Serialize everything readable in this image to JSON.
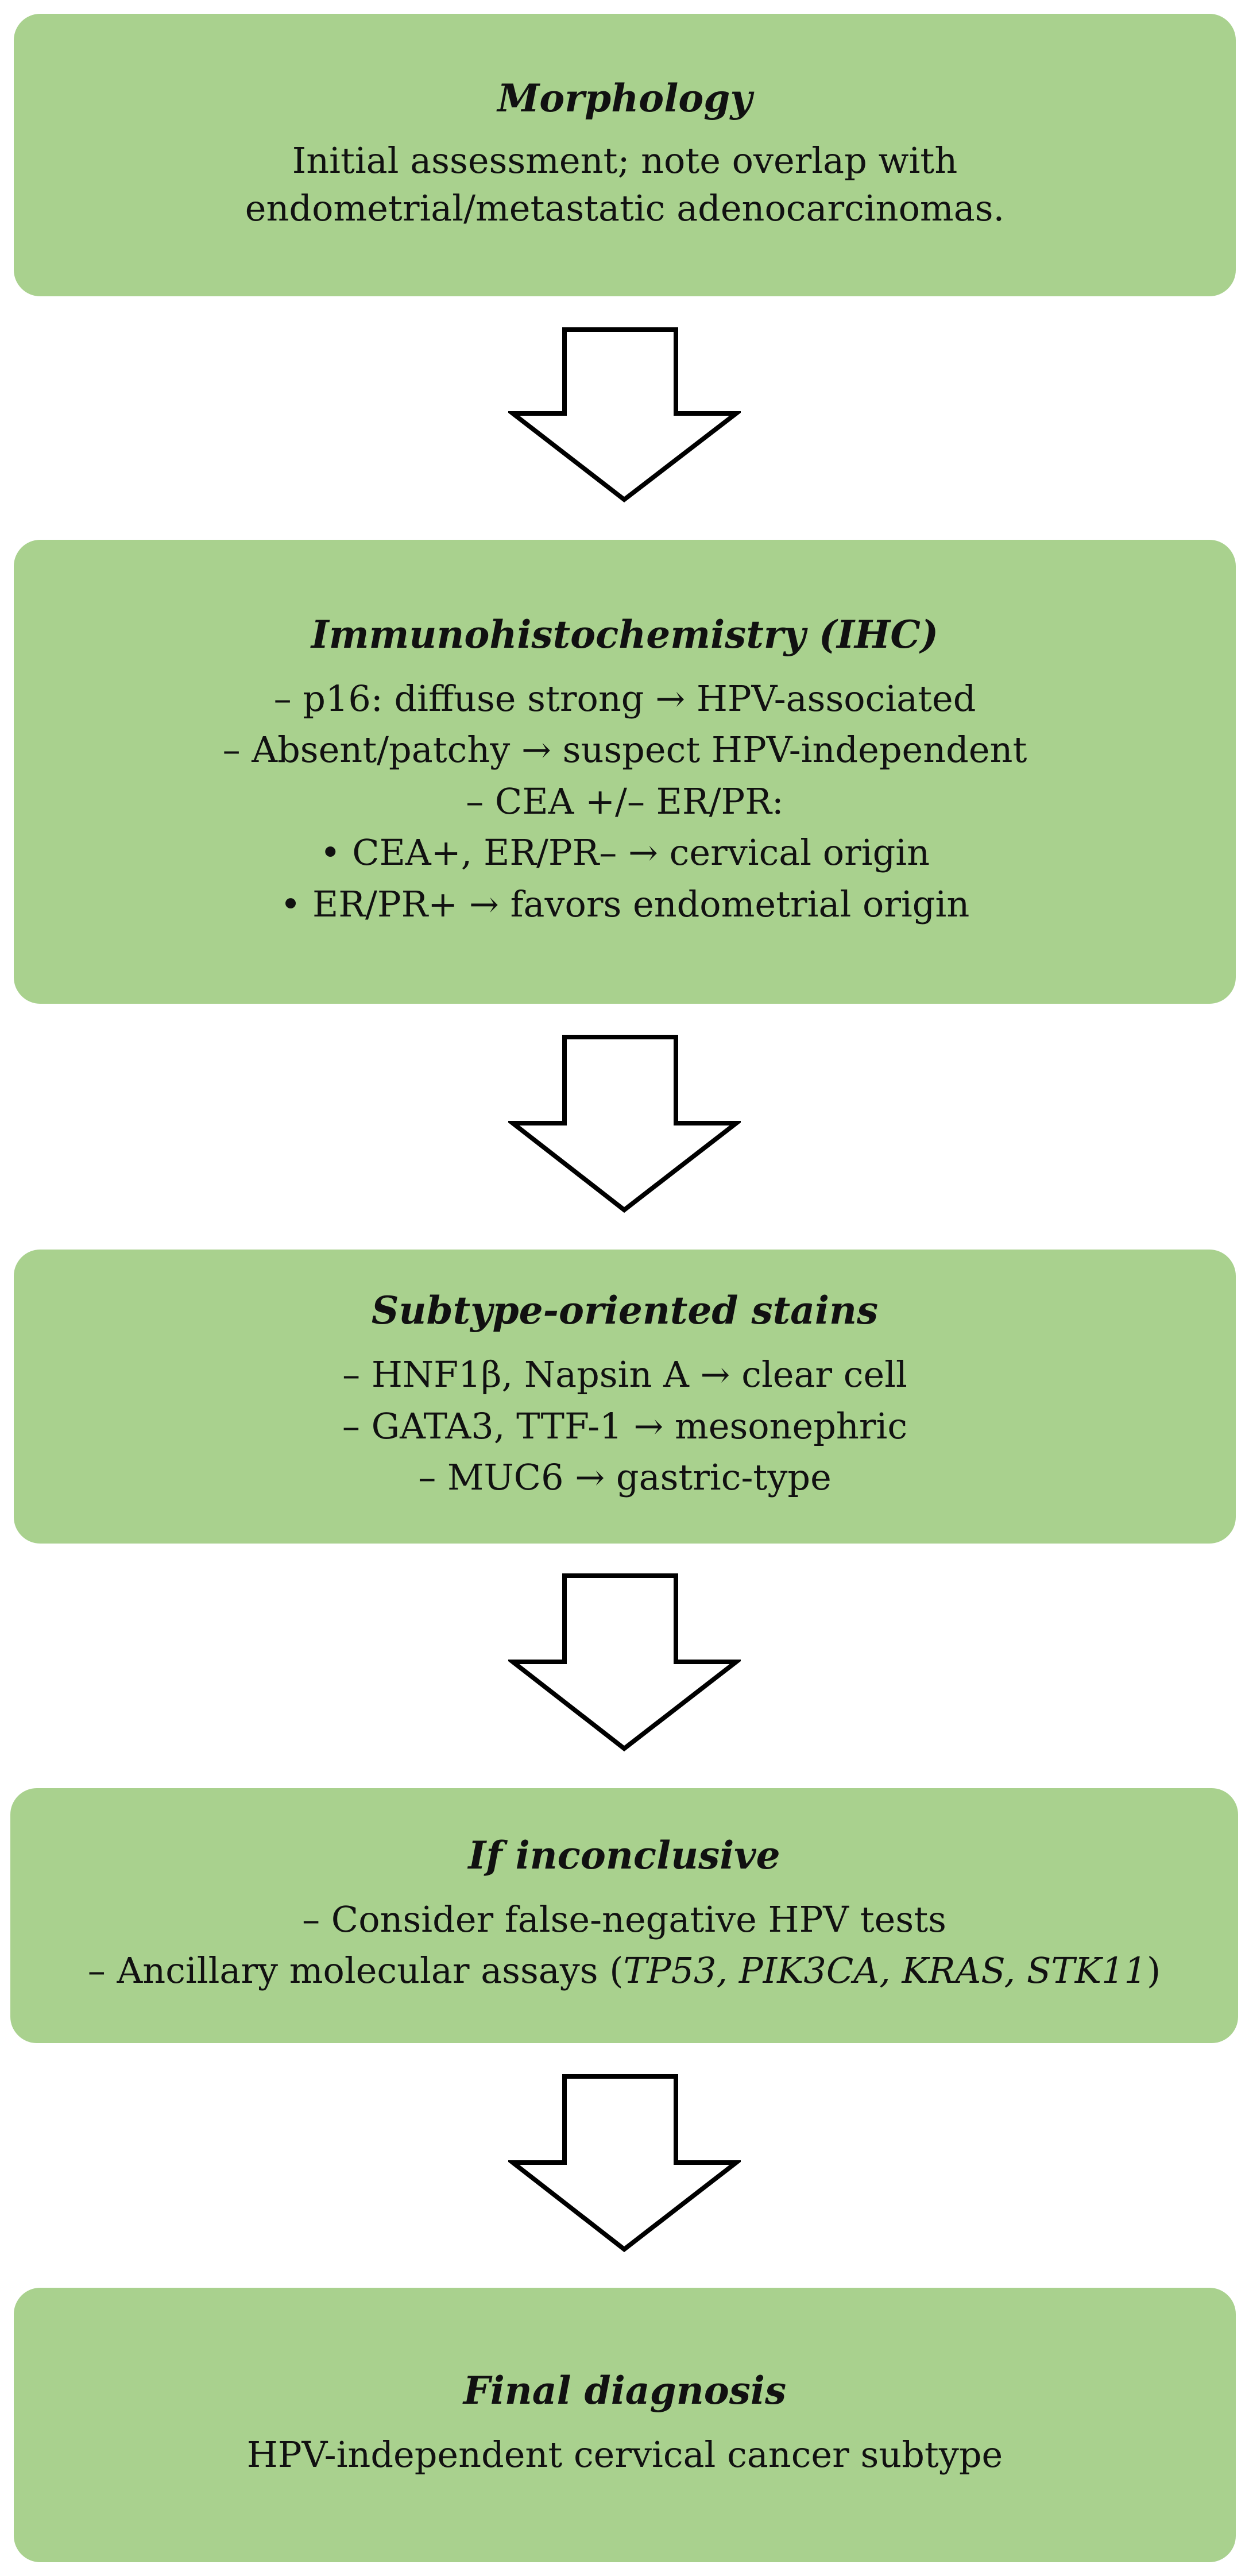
{
  "steps": [
    {
      "title": "Morphology",
      "text": "Initial assessment; note overlap with endometrial/metastatic adenocarcinomas."
    },
    {
      "title": "Immunohistochemistry (IHC)",
      "lines": [
        "– p16: diffuse strong → HPV-associated",
        "– Absent/patchy → suspect HPV-independent",
        "– CEA +/– ER/PR:",
        "• CEA+, ER/PR– → cervical origin",
        "• ER/PR+ → favors endometrial origin"
      ]
    },
    {
      "title": "Subtype-oriented stains",
      "lines": [
        "– HNF1β, Napsin A → clear cell",
        "– GATA3, TTF-1 → mesonephric",
        "– MUC6 → gastric-type"
      ]
    },
    {
      "title": "If inconclusive",
      "lines": [
        "– Consider false-negative HPV tests"
      ],
      "molecular_prefix": "– Ancillary molecular assays (",
      "molecular_genes": "TP53, PIK3CA, KRAS, STK11",
      "molecular_suffix": ")"
    },
    {
      "title": "Final diagnosis",
      "text": "HPV-independent cervical cancer subtype"
    }
  ],
  "colors": {
    "box_fill": "#a9d18e",
    "arrow_fill": "#ffffff",
    "arrow_stroke": "#000000"
  }
}
